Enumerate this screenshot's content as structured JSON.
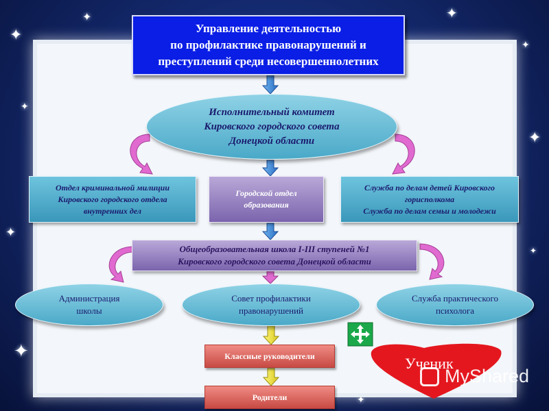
{
  "top_box": {
    "lines": [
      "Управление деятельностью",
      "по профилактике правонарушений и",
      "преступлений среди  несовершеннолетних"
    ]
  },
  "executive_committee": {
    "lines": [
      "Исполнительный комитет",
      "Кировского городского совета",
      "Донецкой области"
    ]
  },
  "police_department": {
    "lines": [
      "Отдел криминальной милиции",
      "Кировского городского отдела",
      "внутренних дел"
    ]
  },
  "education_department": {
    "lines": [
      "Городской отдел",
      "образования"
    ]
  },
  "children_service": {
    "lines": [
      "Служба по делам детей Кировского",
      "горисполкома",
      "Служба по делам семьи и молодежи"
    ]
  },
  "school": {
    "lines": [
      "Общеобразовательная школа І-ІІІ ступеней №1",
      "Кировского городского совета Донецкой области"
    ]
  },
  "school_admin": {
    "lines": [
      "Администрация",
      "школы"
    ]
  },
  "prevention_council": {
    "lines": [
      "Совет профилактики",
      "правонарушений"
    ]
  },
  "psychologist_service": {
    "lines": [
      "Служба практического",
      "психолога"
    ]
  },
  "class_teachers": {
    "label": "Классные руководители"
  },
  "parents": {
    "label": "Родители"
  },
  "student": {
    "label": "Ученик"
  },
  "watermark": {
    "text": "MyShared"
  },
  "colors": {
    "top_box": "#0a1ee6",
    "oval": "#5ab4d2",
    "purple_box": "#8b76bb",
    "red_box": "#d9605a",
    "heart": "#e4171f",
    "arrow_blue": "#3a86d6",
    "arrow_pink": "#e06ad0",
    "arrow_yellow": "#f2e640",
    "move_icon": "#1aa84a"
  },
  "icons": [
    "move-arrows-icon",
    "presentation-logo-icon"
  ]
}
